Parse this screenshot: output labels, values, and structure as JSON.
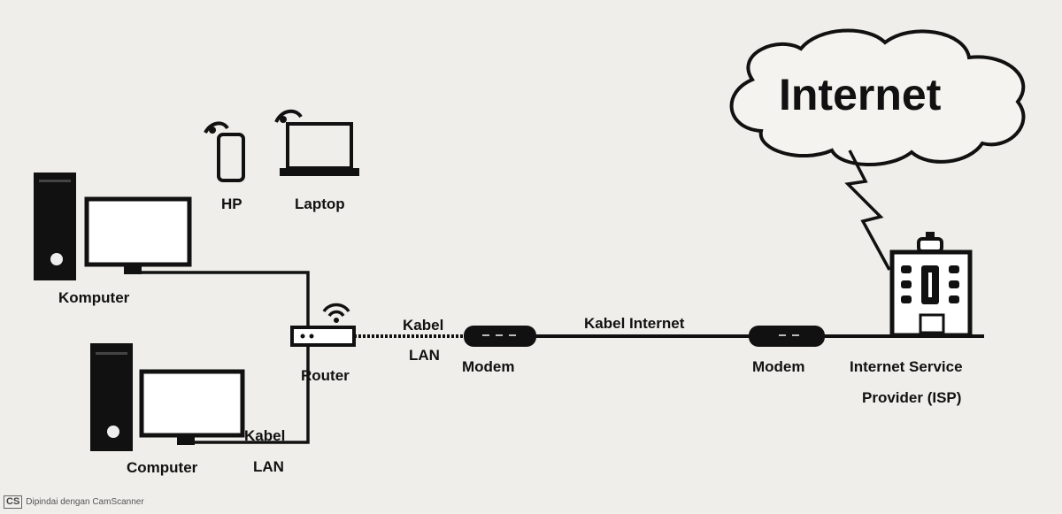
{
  "diagram": {
    "cloud_label": "Internet",
    "hp_label": "HP",
    "laptop_label": "Laptop",
    "computer_top_label": "Komputer",
    "computer_bottom_label": "Computer",
    "router_label": "Router",
    "lan_cable_left_1": "Kabel",
    "lan_cable_left_2": "LAN",
    "lan_cable_mid_1": "Kabel",
    "lan_cable_mid_2": "LAN",
    "internet_cable_label": "Kabel Internet",
    "modem_left_label": "Modem",
    "modem_right_label": "Modem",
    "isp_label_1": "Internet Service",
    "isp_label_2": "Provider (ISP)"
  },
  "footer": {
    "badge": "CS",
    "text": "Dipindai dengan CamScanner"
  }
}
